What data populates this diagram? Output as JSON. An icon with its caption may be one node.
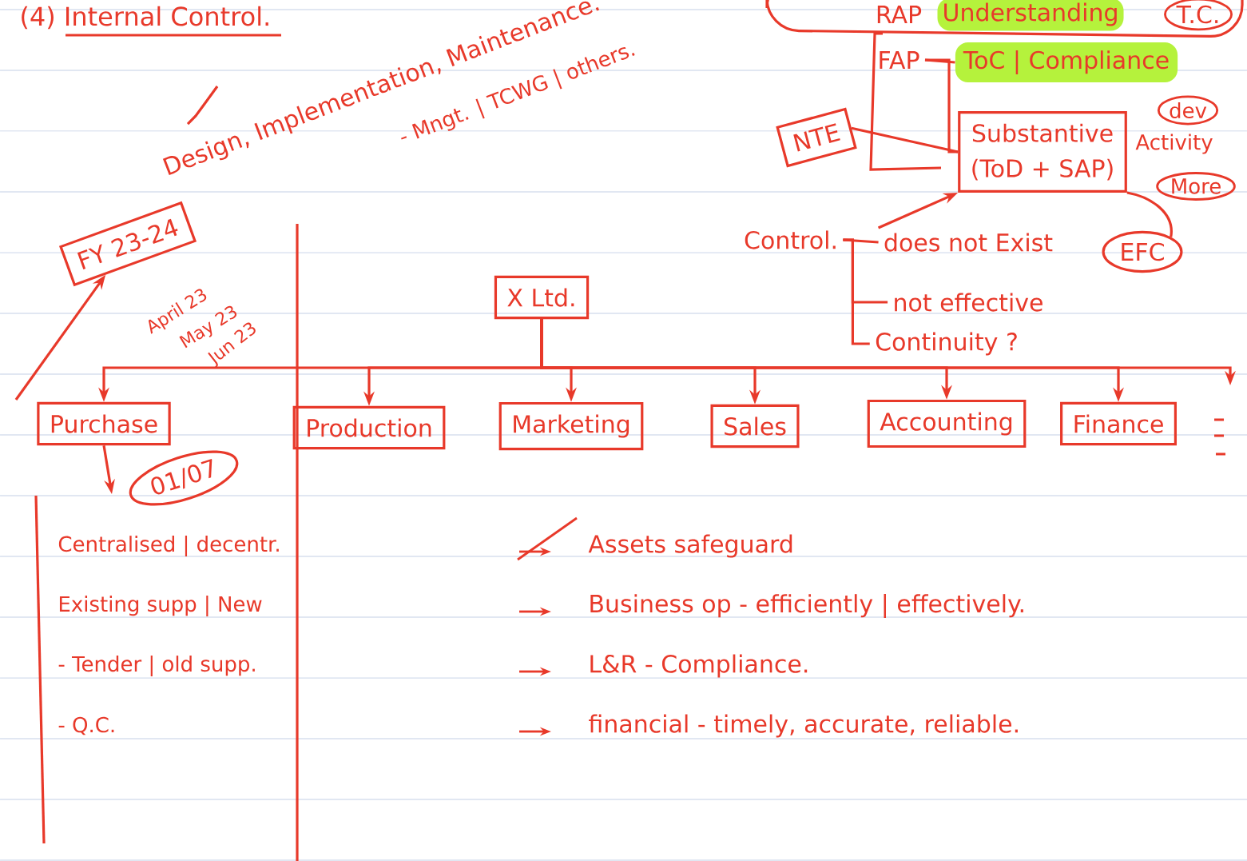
{
  "diagram": {
    "title": "(4) Internal Control.",
    "nodes": [
      {
        "text": [
          "X Ltd."
        ]
      },
      {
        "text": [
          "Purchase"
        ]
      },
      {
        "text": [
          "Production"
        ]
      },
      {
        "text": [
          "Marketing"
        ]
      },
      {
        "text": [
          "Sales"
        ]
      },
      {
        "text": [
          "Accounting"
        ]
      },
      {
        "text": [
          "Finance"
        ]
      },
      {
        "text": [
          "01/07"
        ]
      },
      {
        "text": [
          "FY 23-24"
        ]
      },
      {
        "text": [
          "NTE"
        ]
      },
      {
        "text": [
          "FAP"
        ]
      },
      {
        "text": [
          "ToC | Compliance"
        ]
      },
      {
        "text": [
          "Substantive",
          "(ToD + SAP)"
        ]
      },
      {
        "text": [
          "EFC"
        ]
      },
      {
        "text": [
          "Control."
        ]
      },
      {
        "text": [
          "does not Exist"
        ]
      },
      {
        "text": [
          "not effective"
        ]
      },
      {
        "text": [
          "Continuity ?"
        ]
      }
    ],
    "edges": [
      {
        "from": 0,
        "to": 1,
        "arrow": "to"
      },
      {
        "from": 0,
        "to": 2,
        "arrow": "to"
      },
      {
        "from": 0,
        "to": 3,
        "arrow": "to"
      },
      {
        "from": 0,
        "to": 4,
        "arrow": "to"
      },
      {
        "from": 0,
        "to": 5,
        "arrow": "to"
      },
      {
        "from": 0,
        "to": 6,
        "arrow": "to"
      },
      {
        "from": 0,
        "to": null,
        "arrow": "to"
      },
      {
        "from": 1,
        "to": null,
        "arrow": "to"
      },
      {
        "from": null,
        "to": 8,
        "arrow": "to"
      },
      {
        "from": 10,
        "to": 11,
        "arrow": "none"
      },
      {
        "from": 10,
        "to": 12,
        "arrow": "none"
      },
      {
        "from": 9,
        "to": 12,
        "arrow": "none"
      },
      {
        "from": 12,
        "to": 13,
        "arrow": "none"
      },
      {
        "from": 14,
        "to": 15,
        "arrow": "none"
      },
      {
        "from": 14,
        "to": 16,
        "arrow": "none"
      },
      {
        "from": 14,
        "to": 17,
        "arrow": "none"
      },
      {
        "from": 15,
        "to": 12,
        "arrow": "to"
      }
    ],
    "labels": [
      "RAP",
      "Understanding",
      "T.C.",
      "Design, Implementation, Maintenance.",
      "- Mngt. | TCWG | others.",
      "April 23",
      "May 23",
      "Jun 23",
      "dev",
      "Activity",
      "More",
      "Centralised | decentr.",
      "Existing supp | New",
      "- Tender | old supp.",
      "- Q.C.",
      "Assets safeguard",
      "Business op - efficiently | effectively.",
      "L&R - Compliance.",
      "financial - timely, accurate, reliable."
    ]
  }
}
